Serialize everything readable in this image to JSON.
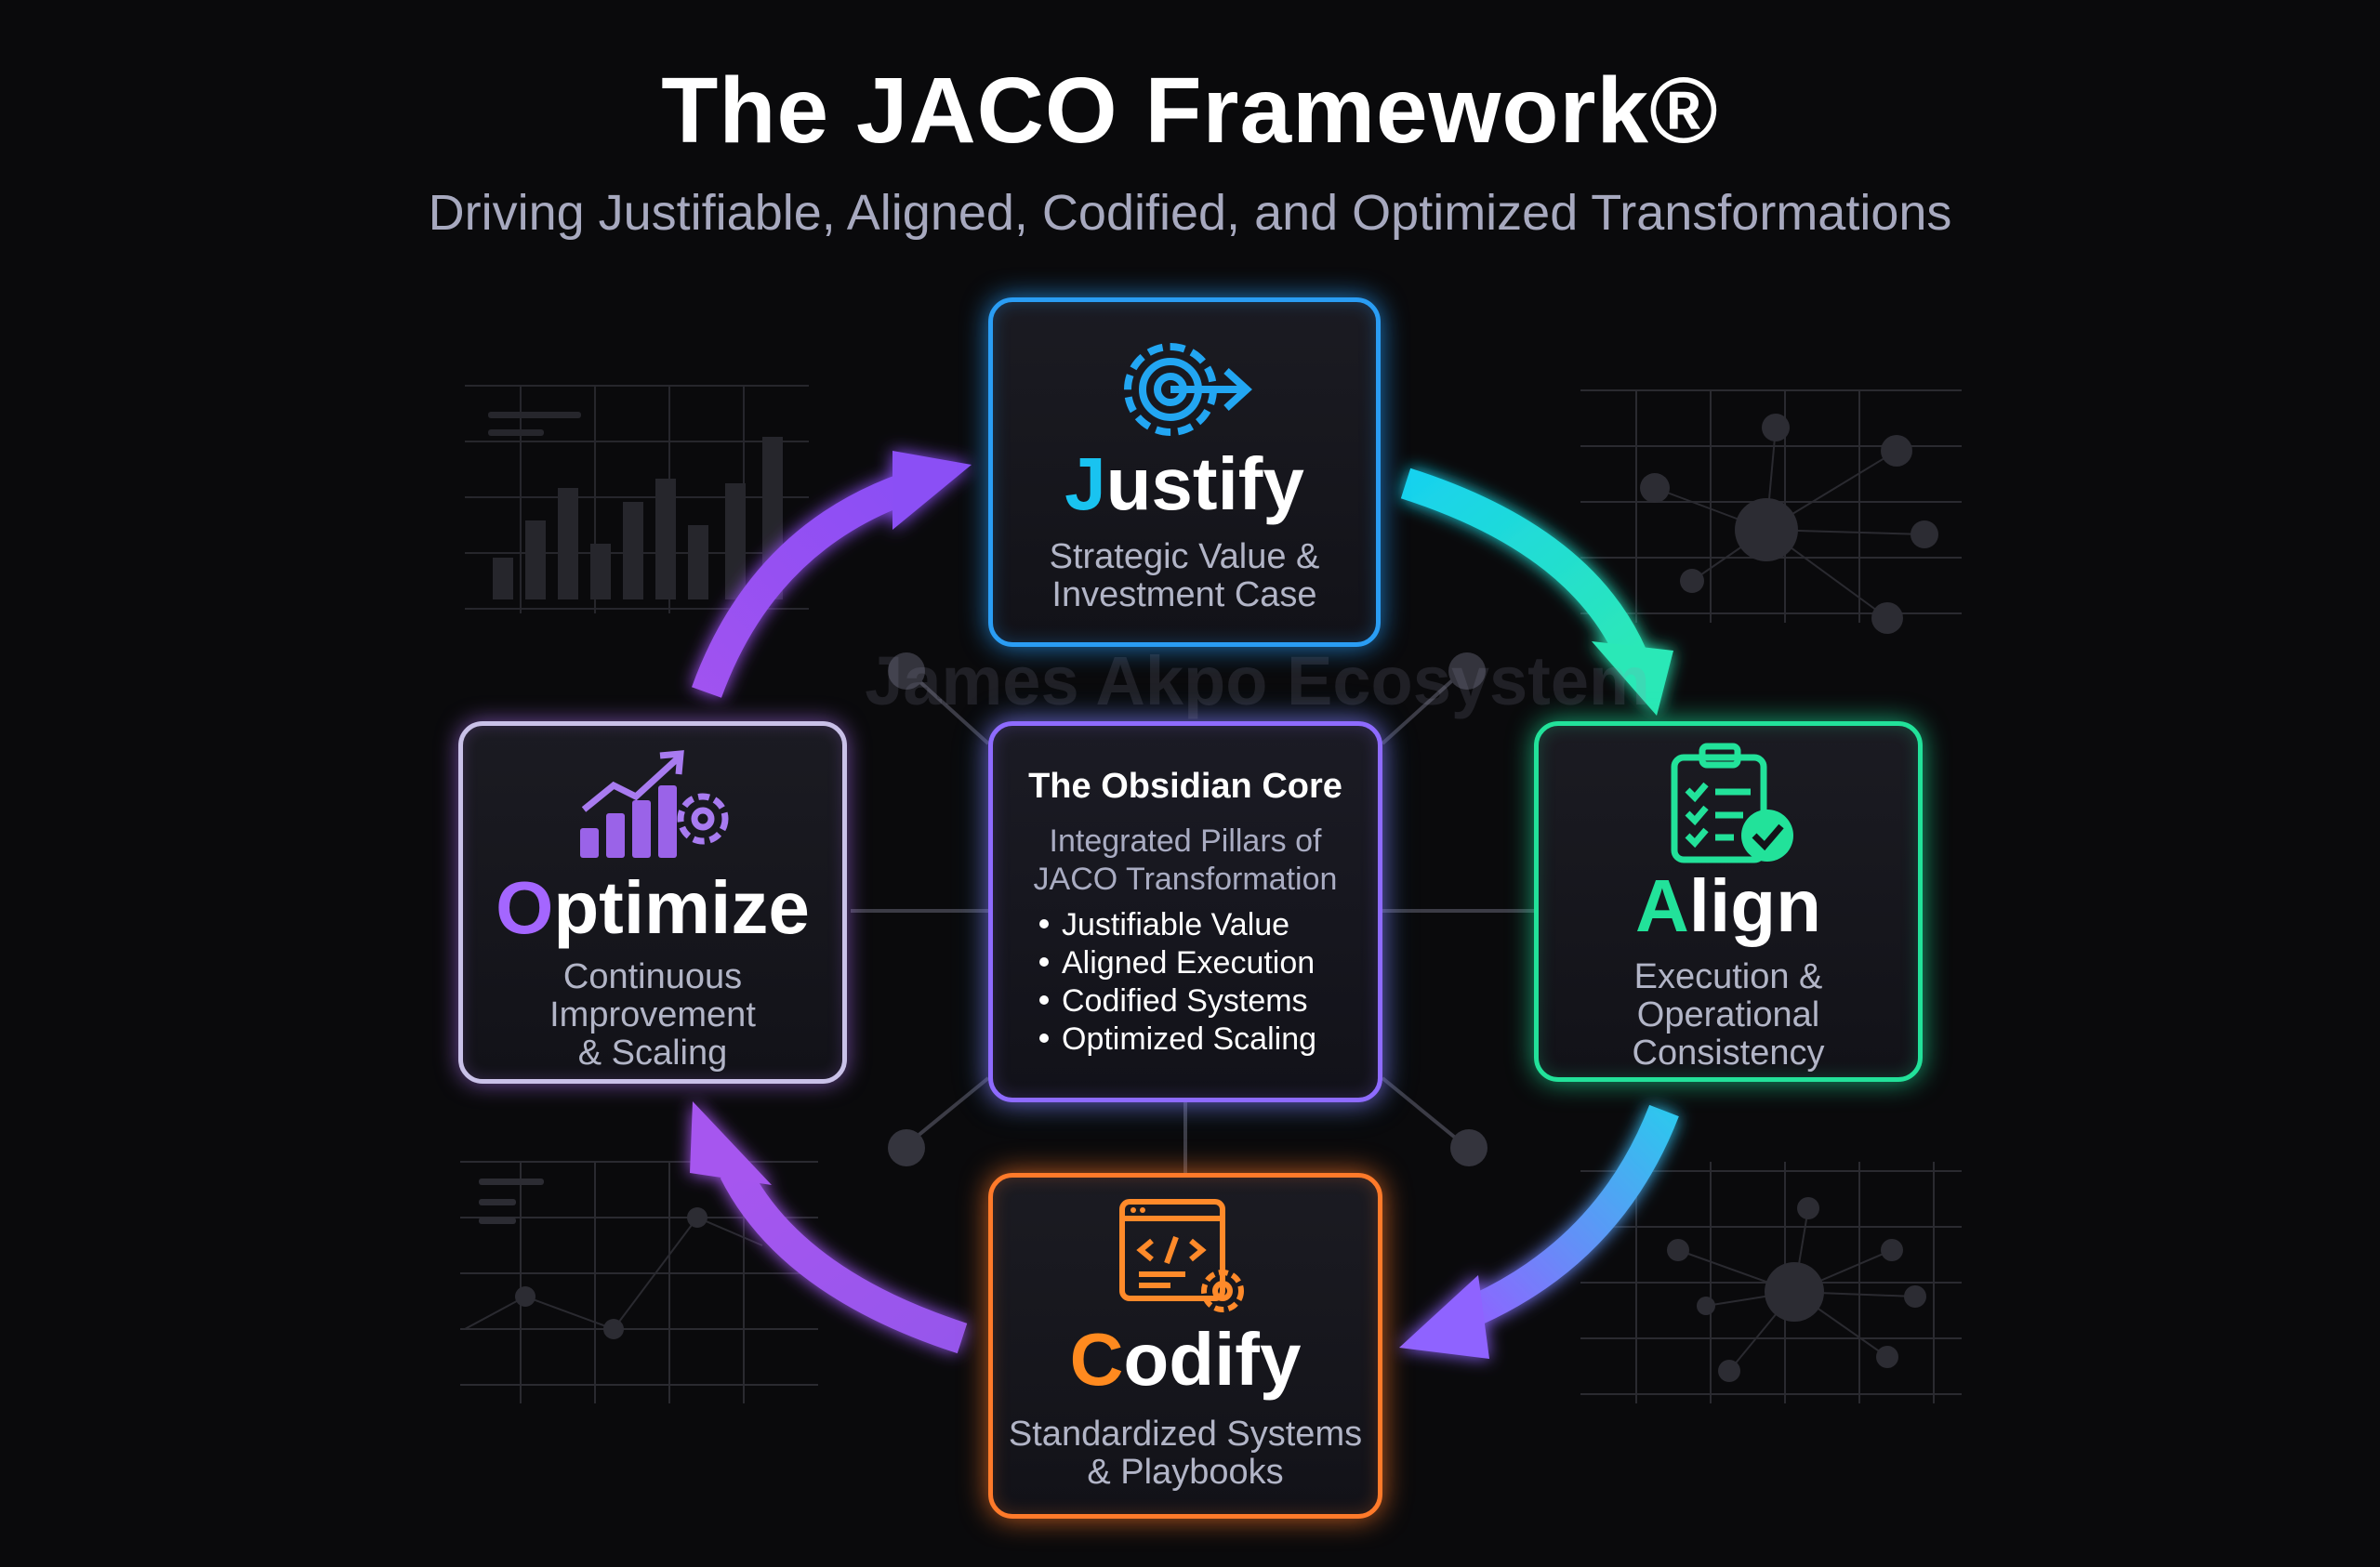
{
  "title": "The JACO Framework®",
  "subtitle": "Driving Justifiable, Aligned, Codified, and Optimized Transformations",
  "watermark": "James Akpo Ecosystem",
  "colors": {
    "background": "#0a0a0c",
    "justify": "#2a9df4",
    "align": "#22e29a",
    "codify": "#ff7a2a",
    "optimize": "#a466ff",
    "core": "#8e6bff"
  },
  "pillars": {
    "justify": {
      "first_letter": "J",
      "rest": "ustify",
      "description_line1": "Strategic Value &",
      "description_line2": "Investment Case",
      "icon": "gear-target-arrow-icon"
    },
    "align": {
      "first_letter": "A",
      "rest": "lign",
      "description_line1": "Execution &",
      "description_line2": "Operational",
      "description_line3": "Consistency",
      "icon": "clipboard-checklist-icon"
    },
    "codify": {
      "first_letter": "C",
      "rest": "odify",
      "description_line1": "Standardized Systems",
      "description_line2": "& Playbooks",
      "icon": "code-window-gear-icon"
    },
    "optimize": {
      "first_letter": "O",
      "rest": "ptimize",
      "description_line1": "Continuous",
      "description_line2": "Improvement",
      "description_line3": "& Scaling",
      "icon": "growth-chart-gear-icon"
    }
  },
  "core": {
    "title": "The Obsidian Core",
    "subtitle_line1": "Integrated Pillars of",
    "subtitle_line2": "JACO Transformation",
    "items": [
      "Justifiable Value",
      "Aligned Execution",
      "Codified Systems",
      "Optimized Scaling"
    ]
  }
}
